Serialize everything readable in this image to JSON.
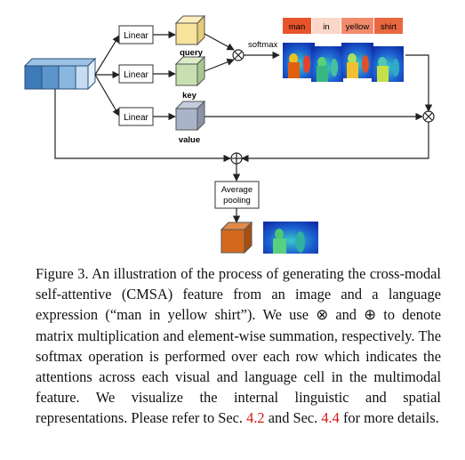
{
  "figure": {
    "linear_label": "Linear",
    "query_label": "query",
    "key_label": "key",
    "value_label": "value",
    "softmax_label": "softmax",
    "pooling_line1": "Average",
    "pooling_line2": "pooling",
    "words": [
      "man",
      "in",
      "yellow",
      "shirt"
    ],
    "word_colors": [
      "#e8542a",
      "#fbd7c8",
      "#f28a6c",
      "#e9673f"
    ],
    "cube_colors": {
      "query": "#f8e39a",
      "key": "#c8e0b0",
      "value": "#aab4c8",
      "output": "#d4691e"
    },
    "input_colors": [
      "#3d7ab8",
      "#5b95cc",
      "#8ab7e0",
      "#c7dcf0"
    ]
  },
  "caption": {
    "p1": "Figure 3. An illustration of the process of generating the cross-modal self-attentive (CMSA) feature from an image and a language expression (“man in yellow shirt”). We use ⊗ and ⊕ to denote matrix multiplication and element-wise summation, respectively. The softmax operation is performed over each row which indicates the attentions across each visual and language cell in the multimodal feature. We visualize the internal linguistic and spatial representations. Please refer to Sec. ",
    "ref1": "4.2",
    "p2": " and Sec. ",
    "ref2": "4.4",
    "p3": " for more details."
  }
}
